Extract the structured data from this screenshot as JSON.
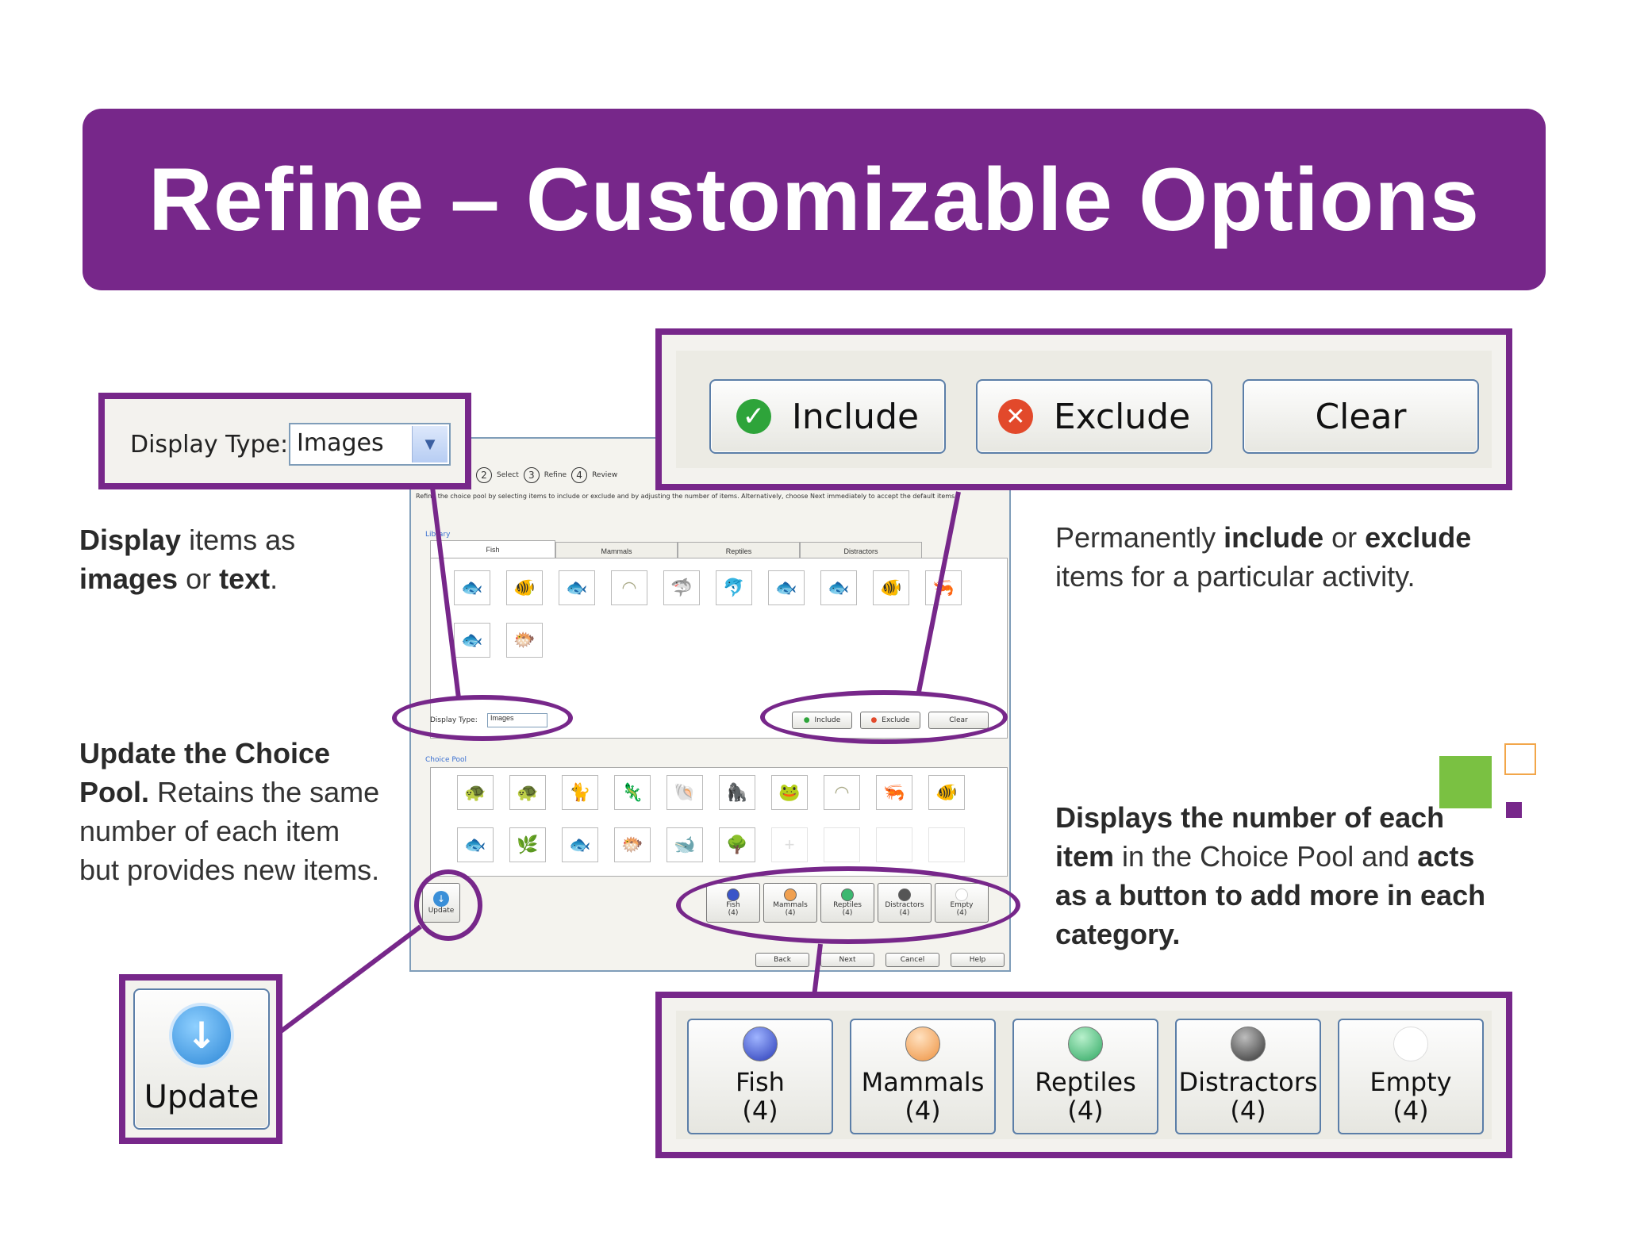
{
  "title": "Refine – Customizable Options",
  "callouts": {
    "display_type": {
      "label": "Display Type:",
      "value": "Images"
    },
    "include_buttons": {
      "include": "Include",
      "exclude": "Exclude",
      "clear": "Clear"
    },
    "update": {
      "label": "Update"
    },
    "categories": [
      {
        "name": "Fish",
        "count": "(4)",
        "color": "#3a55c8"
      },
      {
        "name": "Mammals",
        "count": "(4)",
        "color": "#f0a050"
      },
      {
        "name": "Reptiles",
        "count": "(4)",
        "color": "#3bb870"
      },
      {
        "name": "Distractors",
        "count": "(4)",
        "color": "#555555"
      },
      {
        "name": "Empty",
        "count": "(4)",
        "color": "#ffffff"
      }
    ]
  },
  "descriptions": {
    "display": {
      "p1b": "Display",
      "p2": " items as ",
      "p3b": "images",
      "p4": " or ",
      "p5b": "text",
      "p6": "."
    },
    "include": {
      "p1": "Permanently ",
      "p2b": "include",
      "p3": " or ",
      "p4b": "exclude",
      "p5": " items for a particular activity."
    },
    "update": {
      "p1b": "Update the Choice Pool.",
      "p2": " Retains the same number of each item but provides new items."
    },
    "displays": {
      "p1b": "Displays the number of each item",
      "p2": " in the Choice Pool and ",
      "p3b": "acts as a button to add more in each category."
    }
  },
  "screenshot": {
    "steps": [
      "Select",
      "Refine",
      "Review"
    ],
    "step_numbers": [
      "2",
      "3",
      "4"
    ],
    "instruction": "Refine the choice pool by selecting items to include or exclude and by adjusting the number of items. Alternatively, choose Next immediately to accept the default items.",
    "library_label": "Library",
    "tabs": [
      "Fish",
      "Mammals",
      "Reptiles",
      "Distractors"
    ],
    "display_type_label": "Display Type:",
    "display_type_value": "Images",
    "include": "Include",
    "exclude": "Exclude",
    "clear": "Clear",
    "choice_pool_label": "Choice Pool",
    "update": "Update",
    "categories": [
      "Fish",
      "Mammals",
      "Reptiles",
      "Distractors",
      "Empty"
    ],
    "counts": [
      "(4)",
      "(4)",
      "(4)",
      "(4)",
      "(4)"
    ],
    "footer": [
      "Back",
      "Next",
      "Cancel",
      "Help"
    ]
  },
  "colors": {
    "brand_purple": "#77278a",
    "accent_green": "#7ac142"
  }
}
